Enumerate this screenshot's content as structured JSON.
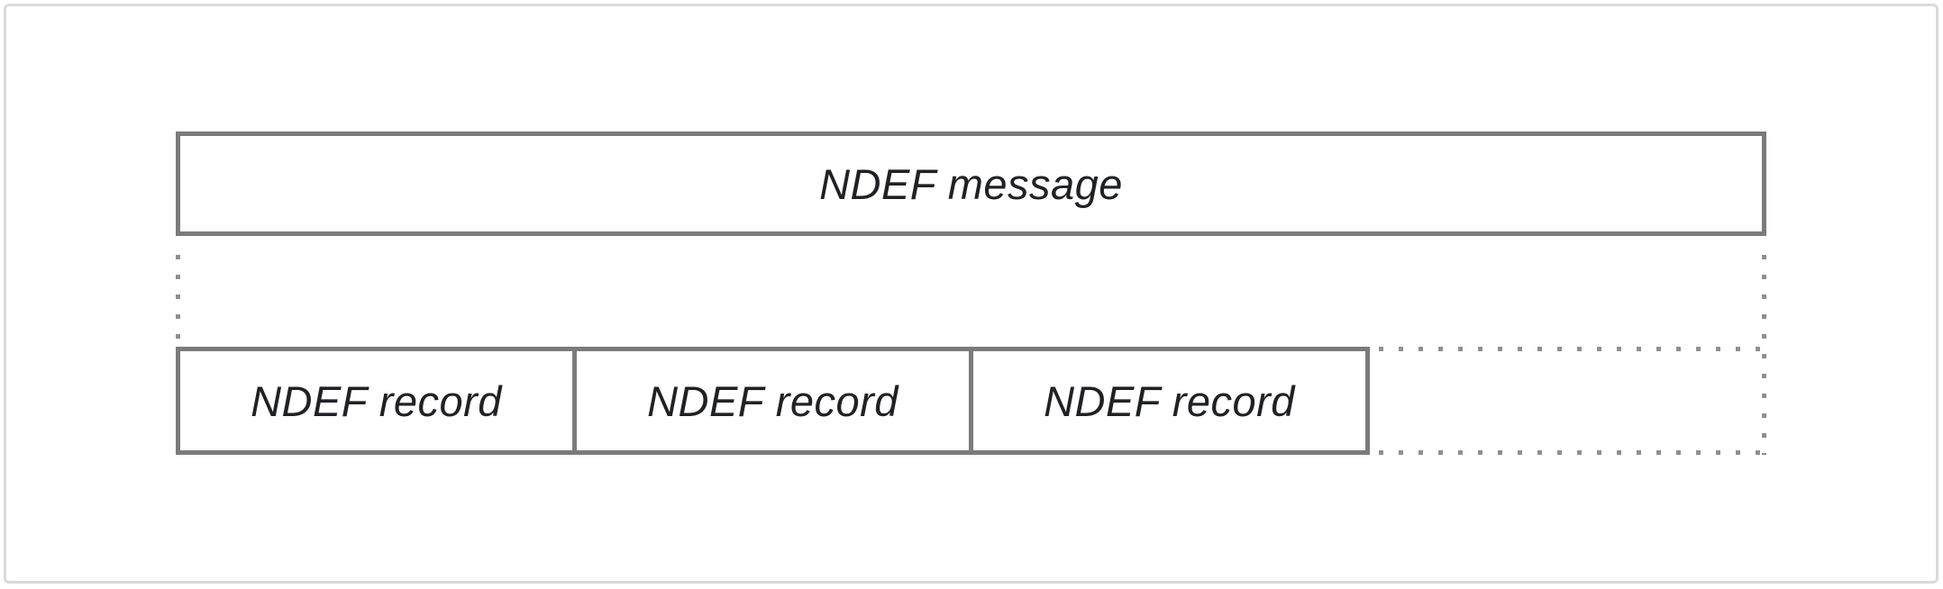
{
  "diagram": {
    "message_box": {
      "label": "NDEF message"
    },
    "records": [
      {
        "label": "NDEF record"
      },
      {
        "label": "NDEF record"
      },
      {
        "label": "NDEF record"
      }
    ],
    "colors": {
      "box_border": "#7b7b7b",
      "dotted": "#8f8f8f",
      "text": "#202124",
      "frame": "#dadada",
      "background": "#ffffff"
    }
  }
}
